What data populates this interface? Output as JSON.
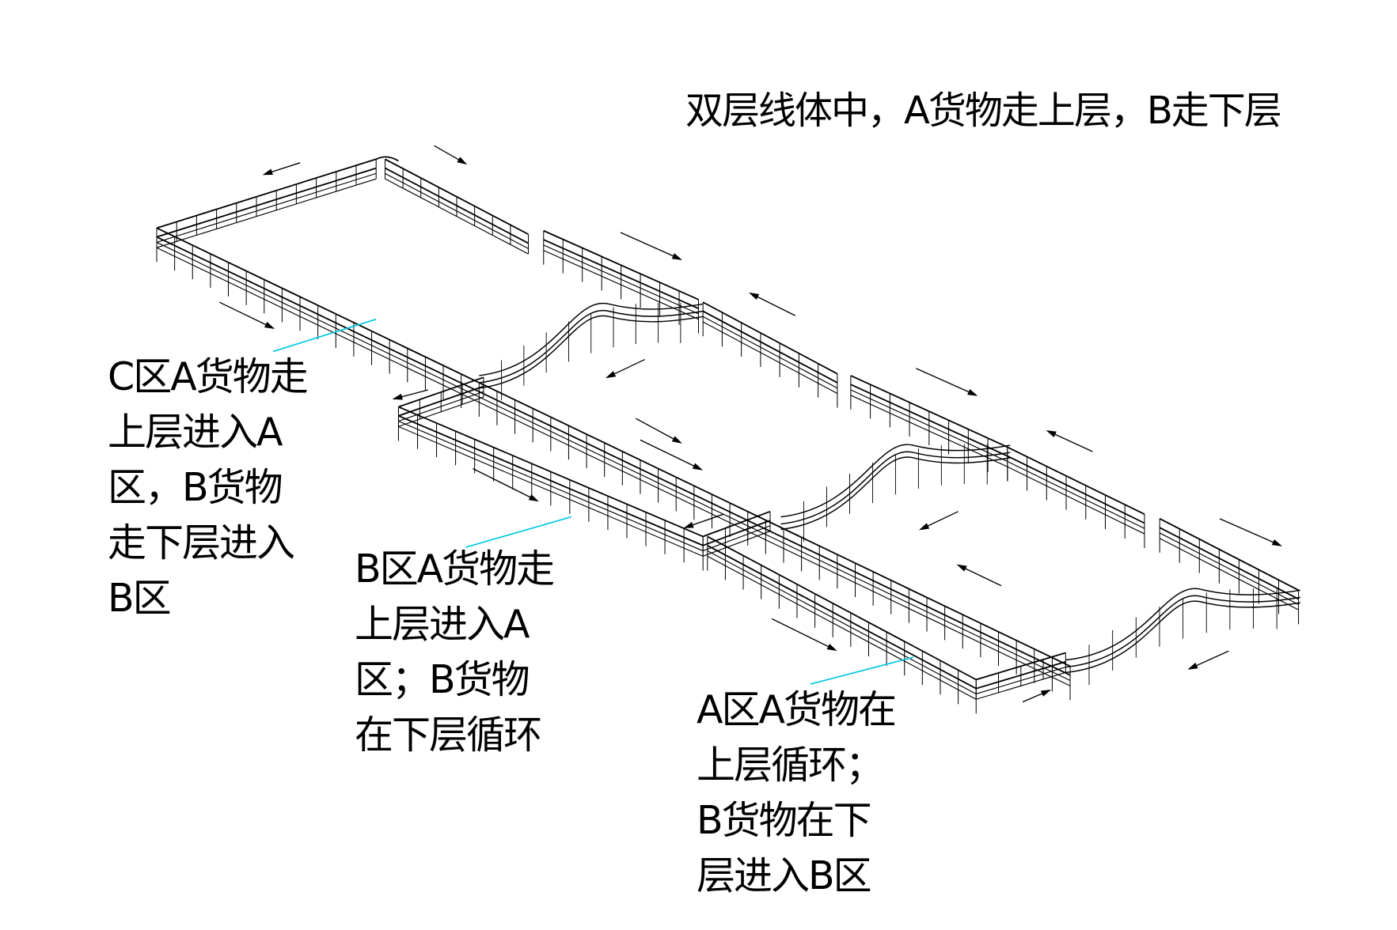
{
  "title": "双层线体中，A货物走上层，B走下层",
  "labels": {
    "zone_c": [
      "C区A货物走",
      "上层进入A",
      "区，B货物",
      "走下层进入",
      "B区"
    ],
    "zone_b": [
      "B区A货物走",
      "上层进入A",
      "区；B货物",
      "在下层循环"
    ],
    "zone_a": [
      "A区A货物在",
      "上层循环；",
      "B货物在下",
      "层进入B区"
    ]
  },
  "colors": {
    "line": "#000000",
    "leader": "#00c8e6",
    "background": "#ffffff"
  }
}
